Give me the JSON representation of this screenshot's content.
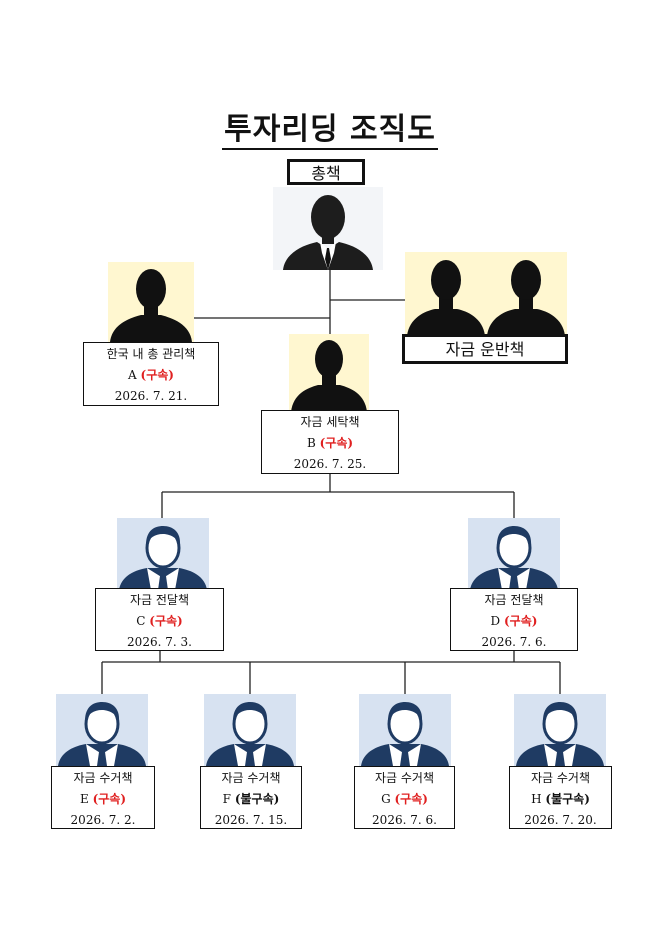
{
  "title": "투자리딩 조직도",
  "top": {
    "label": "총책"
  },
  "korea_manager": {
    "role": "한국 내 총 관리책",
    "name": "A",
    "status": "(구속)",
    "date": "2026. 7. 21."
  },
  "transport": {
    "role": "자금 운반책"
  },
  "laundering": {
    "role": "자금 세탁책",
    "name": "B",
    "status": "(구속)",
    "date": "2026. 7. 25."
  },
  "deliverers": [
    {
      "role": "자금 전달책",
      "name": "C",
      "status": "(구속)",
      "date": "2026. 7. 3."
    },
    {
      "role": "자금 전달책",
      "name": "D",
      "status": "(구속)",
      "date": "2026. 7. 6."
    }
  ],
  "collectors": [
    {
      "role": "자금 수거책",
      "name": "E",
      "status": "(구속)",
      "date": "2026. 7. 2."
    },
    {
      "role": "자금 수거책",
      "name": "F",
      "status": "(불구속)",
      "date": "2026. 7. 15."
    },
    {
      "role": "자금 수거책",
      "name": "G",
      "status": "(구속)",
      "date": "2026. 7. 6."
    },
    {
      "role": "자금 수거책",
      "name": "H",
      "status": "(불구속)",
      "date": "2026. 7. 20."
    }
  ],
  "colors": {
    "status_detained": "#e02020",
    "photo_dark_bg": "#fff7d0",
    "photo_blue": "#1f3b63"
  },
  "icons": {
    "silhouette": "person-silhouette-icon",
    "suit": "businessman-icon",
    "employee": "employee-avatar-icon"
  }
}
